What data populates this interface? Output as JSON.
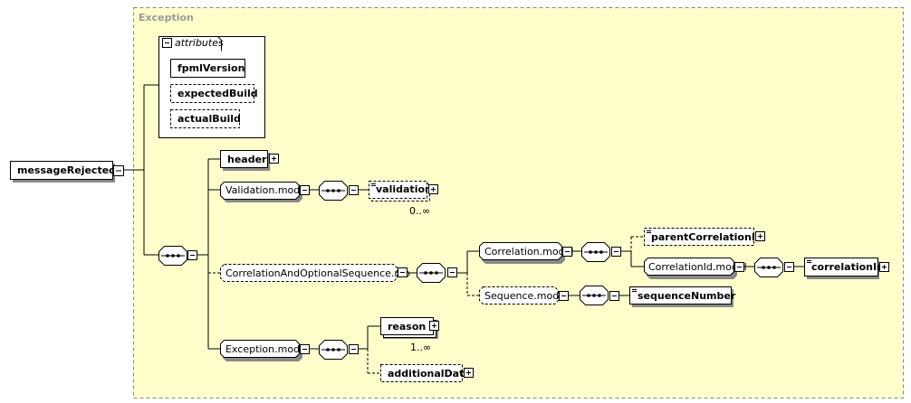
{
  "container": {
    "title": "Exception"
  },
  "root": {
    "label": "messageRejected"
  },
  "attributes": {
    "label": "attributes",
    "items": [
      {
        "label": "fpmlVersion",
        "required": true
      },
      {
        "label": "expectedBuild",
        "required": false
      },
      {
        "label": "actualBuild",
        "required": false
      }
    ]
  },
  "nodes": {
    "header": "header",
    "validation_model": "Validation.model",
    "validation": "validation",
    "validation_card": "0..∞",
    "correlation_seq_model": "CorrelationAndOptionalSequence.mo",
    "correlation_model": "Correlation.model",
    "parent_correlation_id": "parentCorrelationId",
    "correlation_id_model": "CorrelationId.model",
    "correlation_id": "correlationId",
    "sequence_model": "Sequence.model",
    "sequence_number": "sequenceNumber",
    "exception_model": "Exception.model",
    "reason": "reason",
    "reason_card": "1..∞",
    "additional_data": "additionalData"
  },
  "colors": {
    "container_fill": "#ffffcc",
    "container_border": "#888888",
    "title_text": "#999999",
    "shadow": "#8a8a8a"
  },
  "icons": {
    "expand": "plus-box-icon",
    "collapse": "minus-box-icon",
    "sequence": "sequence-compositor-icon",
    "simple_type": "simple-content-icon"
  }
}
